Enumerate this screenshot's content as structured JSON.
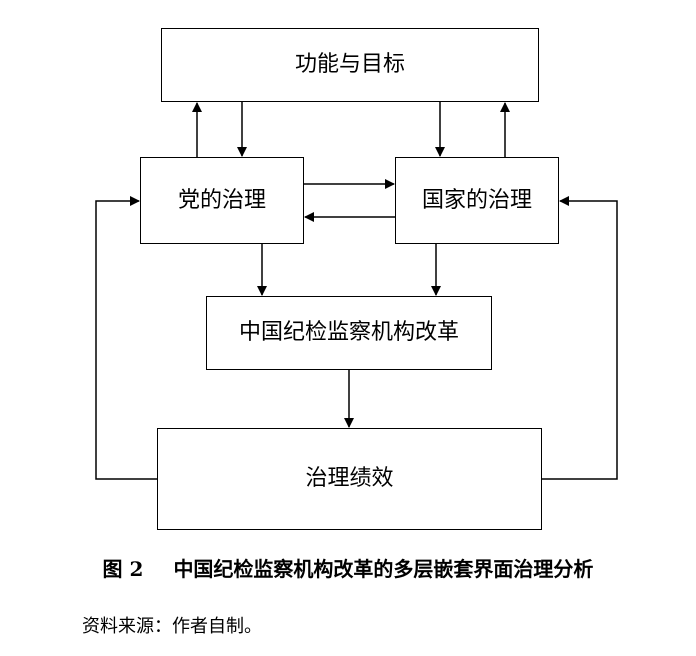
{
  "diagram": {
    "nodes": {
      "goals": "功能与目标",
      "party": "党的治理",
      "state": "国家的治理",
      "reform": "中国纪检监察机构改革",
      "performance": "治理绩效"
    },
    "edges": [
      {
        "from": "party",
        "to": "goals"
      },
      {
        "from": "goals",
        "to": "party"
      },
      {
        "from": "goals",
        "to": "state"
      },
      {
        "from": "state",
        "to": "goals"
      },
      {
        "from": "party",
        "to": "state"
      },
      {
        "from": "state",
        "to": "party"
      },
      {
        "from": "party",
        "to": "reform"
      },
      {
        "from": "state",
        "to": "reform"
      },
      {
        "from": "reform",
        "to": "performance"
      },
      {
        "from": "performance",
        "to": "party"
      },
      {
        "from": "performance",
        "to": "state"
      }
    ]
  },
  "caption": {
    "figure_number": "图 2",
    "title": "中国纪检监察机构改革的多层嵌套界面治理分析"
  },
  "source": "资料来源：作者自制。"
}
